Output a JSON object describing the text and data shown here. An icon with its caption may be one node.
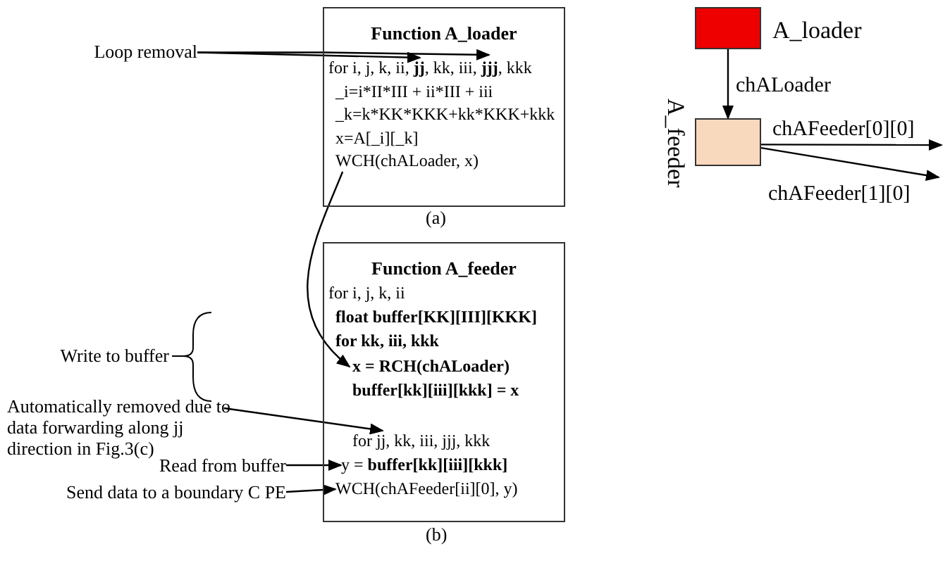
{
  "diagram": {
    "nodes": [
      {
        "text": [
          "Function A_loader"
        ]
      },
      {
        "text": [
          "for i, j, k, ii, **jj**, kk, iii, **jjj**, kkk"
        ],
        "in": 0
      },
      {
        "text": [
          "_i=i*II*III + ii*III + iii"
        ],
        "in": 0
      },
      {
        "text": [
          "_k=k*KK*KKK+kk*KKK+kkk"
        ],
        "in": 0
      },
      {
        "text": [
          "x=A[_i][_k]"
        ],
        "in": 0
      },
      {
        "text": [
          "WCH(chALoader, x)"
        ],
        "in": 0
      },
      {
        "text": [
          "Function A_feeder"
        ]
      },
      {
        "text": [
          "for i, j, k, ii"
        ],
        "in": 6
      },
      {
        "text": [
          "float buffer[KK][III][KKK]"
        ],
        "in": 6
      },
      {
        "text": [
          "for kk, iii, kkk"
        ],
        "in": 6
      },
      {
        "text": [
          "x = RCH(chALoader)"
        ],
        "in": 6
      },
      {
        "text": [
          "buffer[kk][iii][kkk] = x"
        ],
        "in": 6
      },
      {
        "text": [
          "for jj, kk, iii, jjj, kkk"
        ],
        "in": 6
      },
      {
        "text": [
          "y = **buffer[kk][iii][kkk]**"
        ],
        "in": 6
      },
      {
        "text": [
          "WCH(chAFeeder[ii][0], y)"
        ],
        "in": 6
      },
      {
        "text": [
          "Loop removal"
        ]
      },
      {
        "text": [
          "Automatically removed due to data forwarding along jj direction in Fig.3(c)"
        ]
      },
      {
        "text": [
          "Read from buffer"
        ]
      },
      {
        "text": [
          "Send data to a boundary C PE"
        ]
      },
      {
        "text": [
          "A_loader"
        ]
      },
      {
        "text": [
          "A_feeder"
        ]
      }
    ],
    "edges": [
      {
        "from": 15,
        "to": 1,
        "arrow": "to"
      },
      {
        "from": 15,
        "to": 1,
        "arrow": "to"
      },
      {
        "from": 5,
        "to": 10,
        "arrow": "to"
      },
      {
        "from": 16,
        "to": 12,
        "arrow": "to"
      },
      {
        "from": 17,
        "to": 13,
        "arrow": "to"
      },
      {
        "from": 18,
        "to": 14,
        "arrow": "to"
      },
      {
        "from": 19,
        "to": 20,
        "arrow": "to",
        "label": "chALoader"
      },
      {
        "from": 20,
        "to": null,
        "arrow": "to",
        "label": "chAFeeder[0][0]"
      },
      {
        "from": 20,
        "to": null,
        "arrow": "to",
        "label": "chAFeeder[1][0]"
      }
    ],
    "labels": [
      "(a)",
      "Write to buffer",
      "(b)"
    ]
  }
}
